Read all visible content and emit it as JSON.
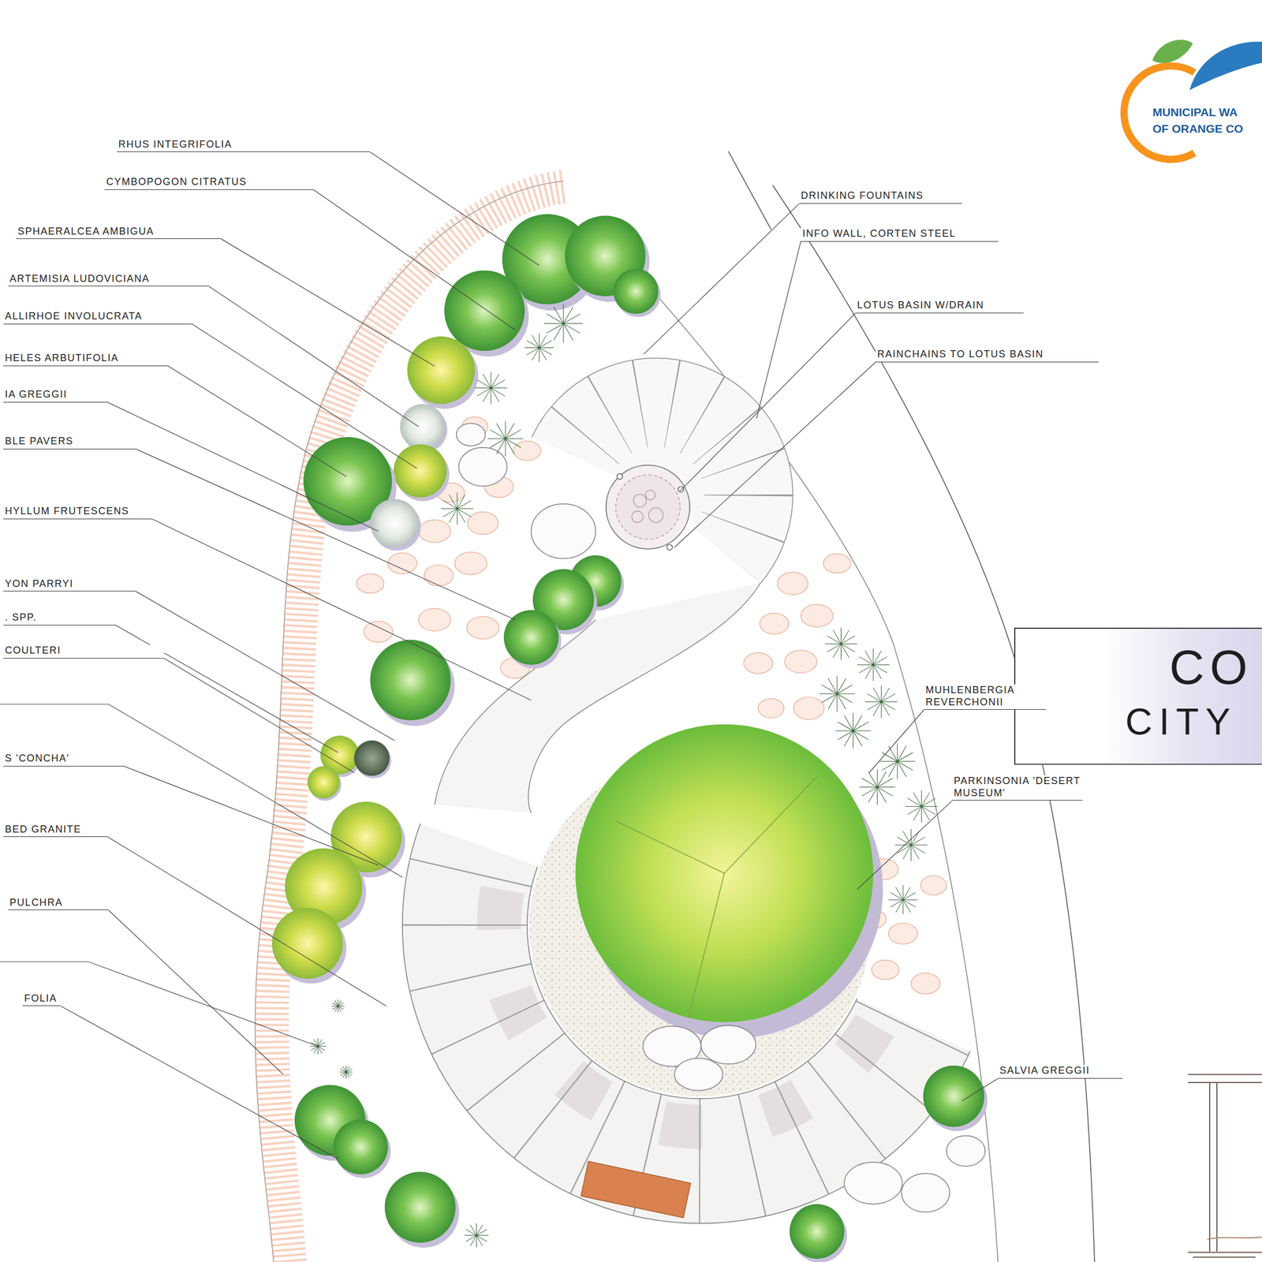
{
  "diagram": {
    "nodes": [
      {
        "text": [
          "CO",
          "CITY"
        ]
      }
    ],
    "labels": [
      "RHUS INTEGRIFOLIA",
      "CYMBOPOGON CITRATUS",
      "SPHAERALCEA AMBIGUA",
      "ARTEMISIA LUDOVICIANA",
      "ALLIRHOE INVOLUCRATA",
      "HELES ARBUTIFOLIA",
      "IA GREGGII",
      "BLE PAVERS",
      "HYLLUM FRUTESCENS",
      "YON PARRYI",
      ". SPP.",
      "COULTERI",
      "S 'CONCHA'",
      "BED GRANITE",
      "PULCHRA",
      "FOLIA",
      "DRINKING FOUNTAINS",
      "INFO WALL, CORTEN STEEL",
      "LOTUS BASIN W/DRAIN",
      "RAINCHAINS TO LOTUS BASIN",
      "MUHLENBERGIA REVERCHONII",
      "PARKINSONIA 'DESERT MUSEUM'",
      "SALVIA GREGGII",
      "MUNICIPAL WA",
      "OF ORANGE CO"
    ]
  }
}
